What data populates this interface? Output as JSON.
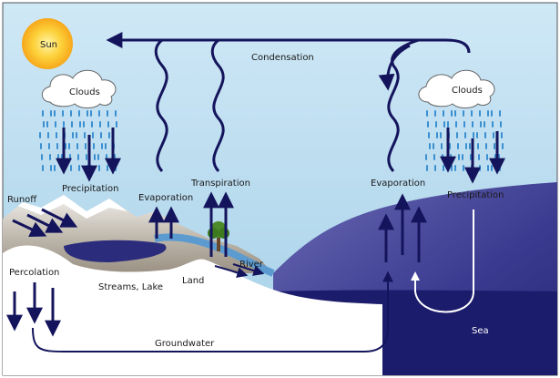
{
  "labels": {
    "sun": "Sun",
    "clouds_left": "Clouds",
    "clouds_right": "Clouds",
    "condensation": "Condensation",
    "runoff": "Runoff",
    "precipitation_left": "Precipitation",
    "evaporation_left": "Evaporation",
    "transpiration": "Transpiration",
    "evaporation_right": "Evaporation",
    "precipitation_right": "Precipitation",
    "percolation": "Percolation",
    "streams_lake": "Streams, Lake",
    "land": "Land",
    "river": "River",
    "groundwater": "Groundwater",
    "sea": "Sea"
  },
  "colors": {
    "sky": "#b9dcef",
    "arrow": "#14145c",
    "rain": "#3a8fd0",
    "sea": "#3c3c8c",
    "sea_deep": "#1c1c6c",
    "lake": "#303080",
    "ground": "#ffffff",
    "mountain": "#b8b0a4",
    "sun": "#f7c21a"
  }
}
